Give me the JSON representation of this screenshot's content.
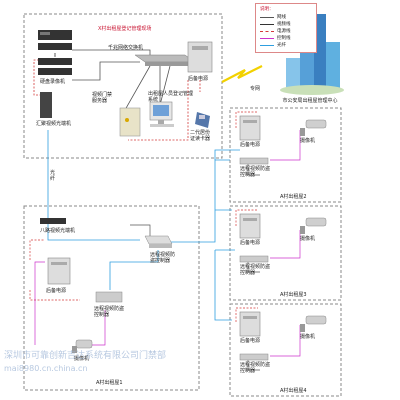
{
  "top_center": {
    "title": "X村出租屋登记管理现场",
    "switch_label": "千兆网络交换机",
    "dvr_label": "硬盘录像机",
    "ups_label": "后备电源",
    "server_label": "视频门禁服务器",
    "pc_label": "出租屋人员登记管理系统",
    "id_reader_label": "二代居份证读卡器",
    "fiber_tx_label": "汇聚视频光端机",
    "fiber_label": "光纤"
  },
  "legend": {
    "title": "说明：",
    "items": [
      {
        "label": "网线",
        "color": "#555555",
        "dash": false
      },
      {
        "label": "视频线",
        "color": "#333333",
        "dash": false
      },
      {
        "label": "电源线",
        "color": "#d33a3a",
        "dash": true
      },
      {
        "label": "控制线",
        "color": "#cc33cc",
        "dash": false
      },
      {
        "label": "光纤",
        "color": "#2e9fe0",
        "dash": false
      }
    ]
  },
  "police": {
    "line_label": "专网",
    "center_label": "市公安局出租屋管理中心"
  },
  "houses": [
    {
      "name": "A村出租屋2",
      "ups": "后备电源",
      "ctrl": "远程视频防盗控制器",
      "cam": "摄像机"
    },
    {
      "name": "A村出租屋3",
      "ups": "后备电源",
      "ctrl": "远程视频防盗控制器",
      "cam": "摄像机"
    },
    {
      "name": "A村出租屋4",
      "ups": "后备电源",
      "ctrl": "远程视频防盗控制器",
      "cam": "摄像机"
    }
  ],
  "house1": {
    "name": "A村出租屋1",
    "fiber_rx_label": "八路视频光端机",
    "ctrl_label": "远程视频防盗控制器",
    "ups_label": "后备电源",
    "ctrl2_label": "远程视频防盗控制器",
    "cam_label": "摄像机"
  },
  "colors": {
    "fiber": "#2e9fe0",
    "power": "#d33a3a",
    "control": "#cc33cc",
    "net": "#555555",
    "box": "#888888"
  },
  "watermark": "深圳市可靠创新吉达系统有限公司门禁部",
  "watermark2": "mai8980.cn.china.cn"
}
